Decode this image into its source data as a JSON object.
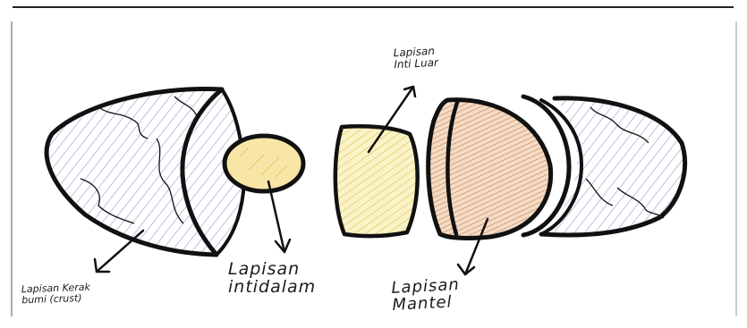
{
  "labels": {
    "crust": "Lapisan Kerak\nbumi (crust)",
    "inner_core": "Lapisan\nintidalam",
    "outer_core": "Lapisan\nInti Luar",
    "mantle": "Lapisan\nMantel"
  },
  "colors": {
    "outline": "#111111",
    "crust_hatch": "#8f8fc6",
    "inner_core_fill": "#f7e6a6",
    "outer_core_fill": "#fbf3c8",
    "outer_core_hatch": "#d8c24a",
    "mantle_fill": "#f3dcc6",
    "mantle_hatch": "#c8753a"
  }
}
